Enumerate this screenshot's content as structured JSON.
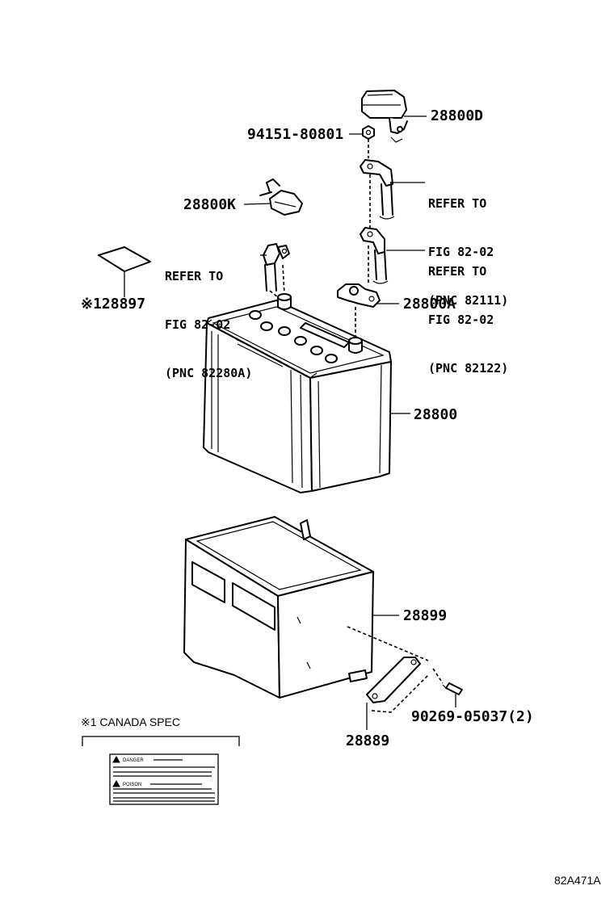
{
  "parts": {
    "terminal_cover": "28800D",
    "nut": "94151-80801",
    "terminal_cover_k": "28800K",
    "caution_label": "※128897",
    "terminal_clamp": "28800A",
    "battery": "28800",
    "battery_tray": "28899",
    "clamp": "28889",
    "bolt": "90269-05037(2)"
  },
  "refs": {
    "neg_cable_lines": [
      "REFER TO",
      "FIG 82-02",
      "(PNC 82280A)"
    ],
    "pos_cable_upper_lines": [
      "REFER TO",
      "FIG 82-02",
      "(PNC 82111)"
    ],
    "pos_cable_lower_lines": [
      "REFER TO",
      "FIG 82-02",
      "(PNC 82122)"
    ]
  },
  "note": {
    "title": "※1 CANADA SPEC",
    "label_danger": "DANGER",
    "label_poison": "POISON"
  },
  "figure_id": "82A471A"
}
